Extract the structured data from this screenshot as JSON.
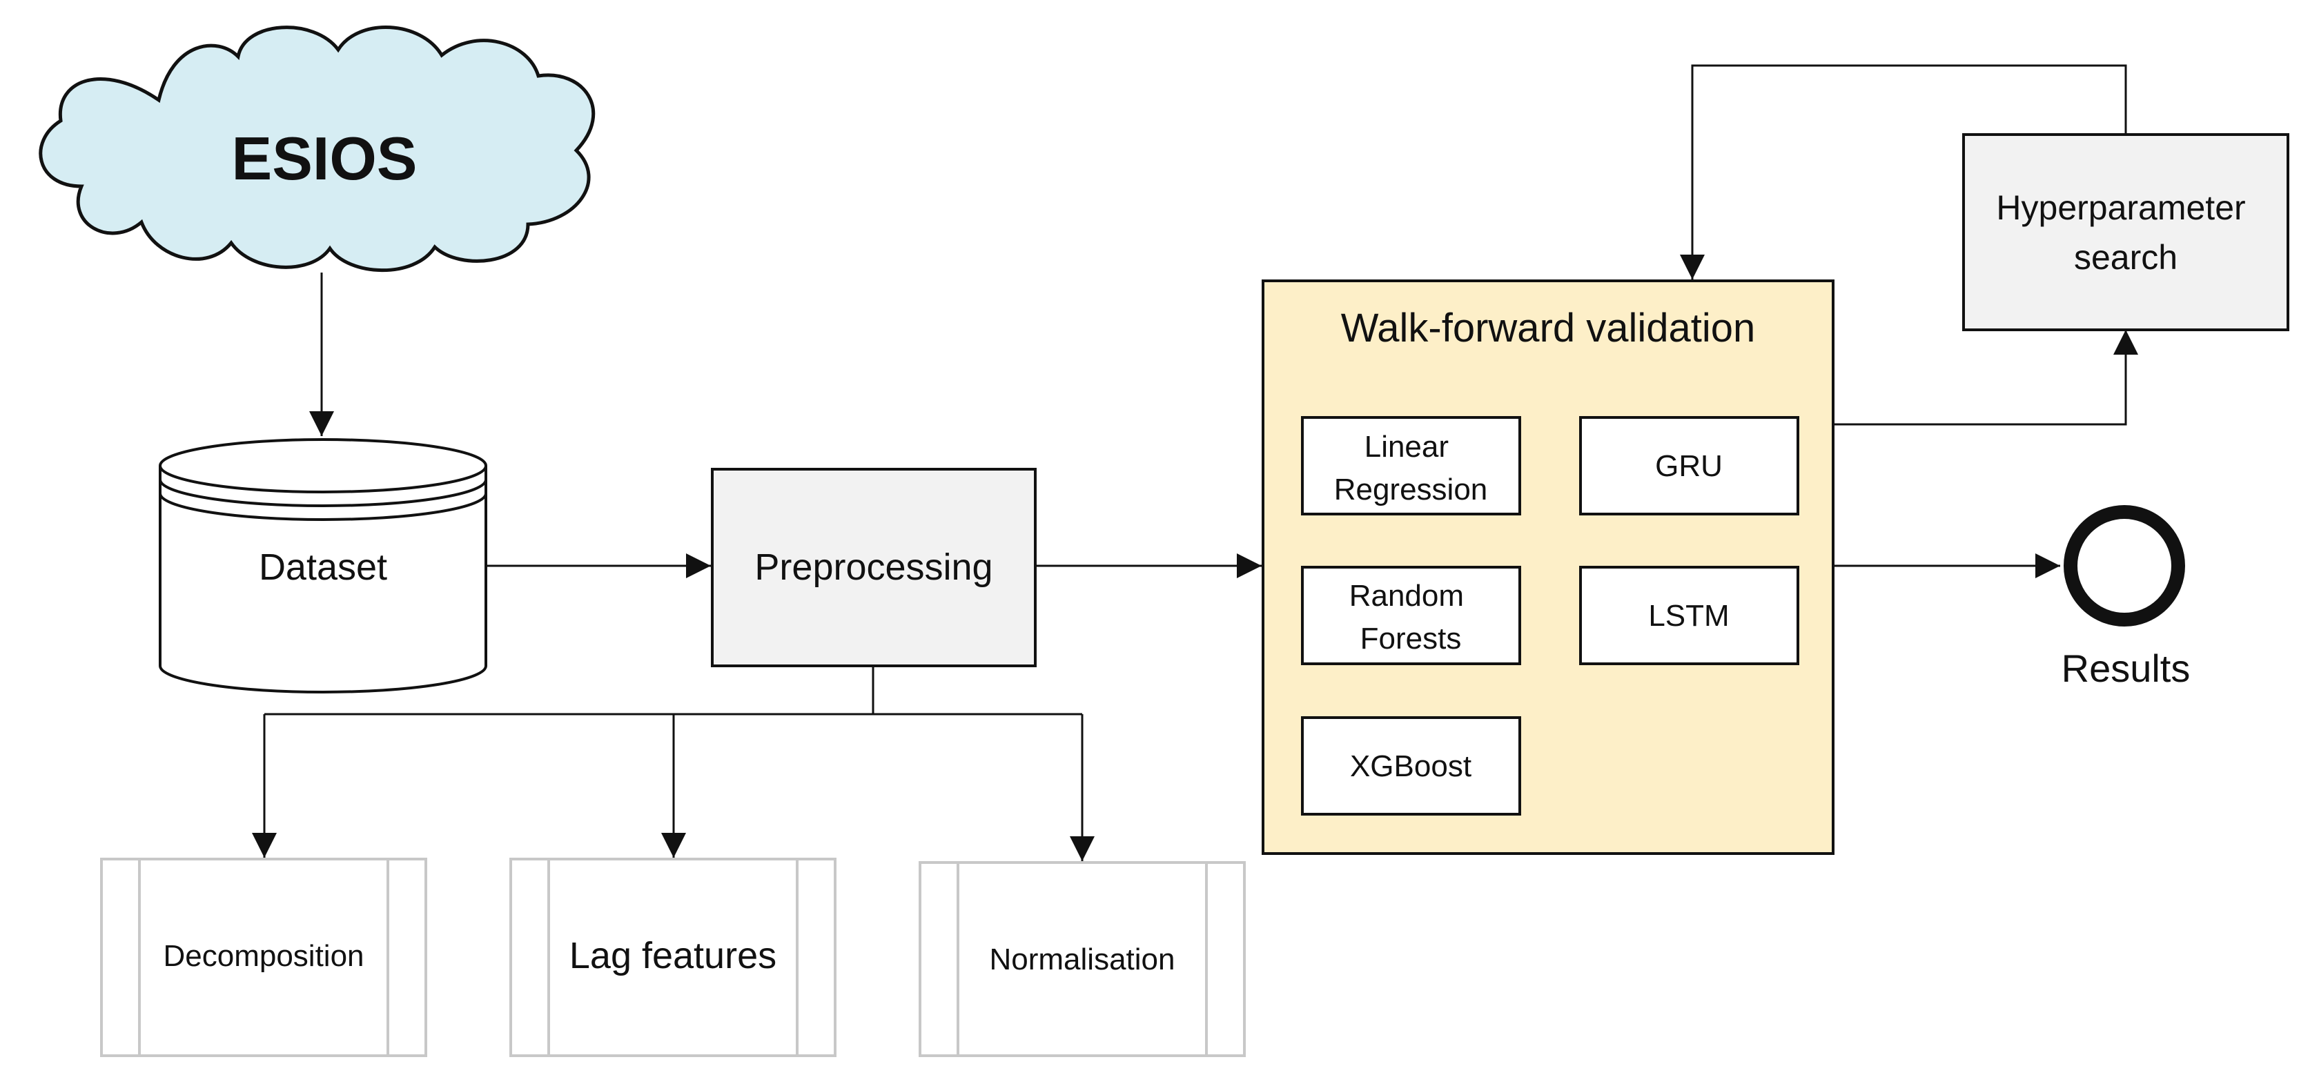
{
  "source": {
    "label": "ESIOS"
  },
  "dataset": {
    "label": "Dataset"
  },
  "preprocessing": {
    "label": "Preprocessing"
  },
  "steps": [
    {
      "label": "Decomposition"
    },
    {
      "label": "Lag features"
    },
    {
      "label": "Normalisation"
    }
  ],
  "validation": {
    "title": "Walk-forward validation",
    "models": [
      {
        "lines": [
          "Linear",
          "Regression"
        ]
      },
      {
        "lines": [
          "GRU"
        ]
      },
      {
        "lines": [
          "Random",
          "Forests"
        ]
      },
      {
        "lines": [
          "LSTM"
        ]
      },
      {
        "lines": [
          "XGBoost"
        ]
      }
    ]
  },
  "search": {
    "lines": [
      "Hyperparameter",
      "search"
    ]
  },
  "results": {
    "label": "Results"
  },
  "colors": {
    "cloud_fill": "#d6edf3",
    "validation_fill": "#fdefc8",
    "process_fill": "#f2f2f2",
    "step_border": "#c8c8c8",
    "stroke": "#111111"
  }
}
